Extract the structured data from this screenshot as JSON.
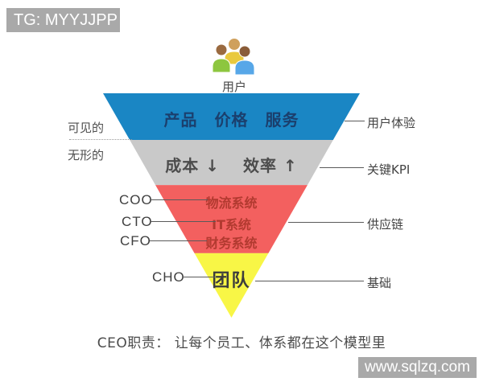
{
  "banner": {
    "text": "TG: MYYJJPP"
  },
  "top": {
    "icon": "users-icon",
    "label": "用户"
  },
  "left_labels": {
    "visible": "可见的",
    "invisible": "无形的"
  },
  "pyramid": {
    "layers": [
      {
        "text": "产品　价格　服务",
        "color": "#1a86c4",
        "right_label": "用户体验"
      },
      {
        "text": "成本 ↓　 效率 ↑",
        "color": "#c9c9c9",
        "right_label": "关键KPI"
      },
      {
        "rows": [
          "物流系统",
          "IT系统",
          "财务系统"
        ],
        "color": "#f3605f",
        "right_label": "供应链"
      },
      {
        "text": "团队",
        "color": "#f8f646",
        "right_label": "基础"
      }
    ]
  },
  "roles": [
    {
      "label": "COO"
    },
    {
      "label": "CTO"
    },
    {
      "label": "CFO"
    },
    {
      "label": "CHO"
    }
  ],
  "caption": "CEO职责： 让每个员工、体系都在这个模型里",
  "watermark": {
    "text": "www.sqlzq.com"
  },
  "colors": {
    "banner_bg": "#a9a9a9",
    "watermark_bg": "#a9a9a9"
  }
}
